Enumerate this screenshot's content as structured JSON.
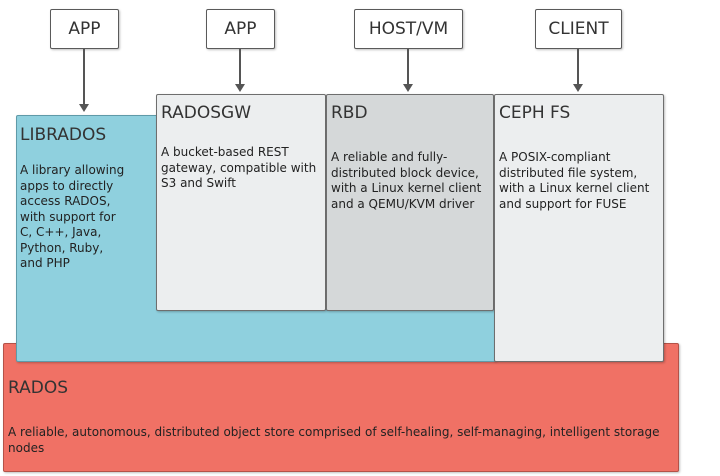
{
  "clients": [
    {
      "label": "APP"
    },
    {
      "label": "APP"
    },
    {
      "label": "HOST/VM"
    },
    {
      "label": "CLIENT"
    }
  ],
  "librados": {
    "title": "LIBRADOS",
    "description": "A library allowing apps to directly access RADOS, with support for C, C++, Java, Python, Ruby, and PHP"
  },
  "radosgw": {
    "title": "RADOSGW",
    "description": "A bucket-based REST gateway, compatible with S3 and Swift"
  },
  "rbd": {
    "title": "RBD",
    "description": "A reliable and fully-distributed block device, with a Linux kernel client and a QEMU/KVM driver"
  },
  "cephfs": {
    "title": "CEPH FS",
    "description": "A POSIX-compliant distributed file system, with a Linux kernel client and support for FUSE"
  },
  "rados": {
    "title": "RADOS",
    "description": "A reliable, autonomous, distributed object store comprised of self-healing, self-managing, intelligent storage nodes"
  },
  "colors": {
    "rados": "#f07165",
    "librados": "#8fd0de",
    "radosgw": "#eceeef",
    "rbd": "#d5d8d9",
    "cephfs": "#eceeef"
  }
}
